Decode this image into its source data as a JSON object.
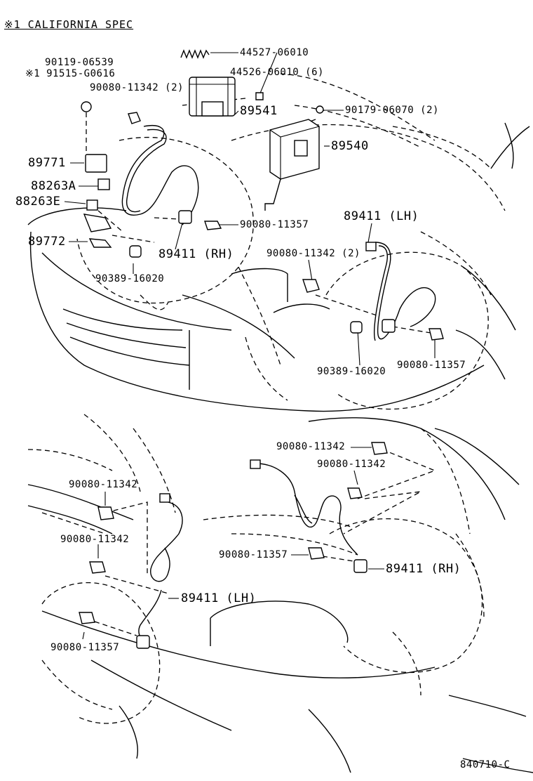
{
  "note": "※1 CALIFORNIA SPEC",
  "diagram_id": "840710-C",
  "labels": {
    "p44527": "44527-06010",
    "p44526": "44526-06010 (6)",
    "p90119": "90119-06539",
    "p91515": "※1 91515-G0616",
    "p90080_11342_2_top": "90080-11342 (2)",
    "p89541": "89541",
    "p90179": "90179-06070 (2)",
    "p89540": "89540",
    "p89771": "89771",
    "p88263A": "88263A",
    "p88263E": "88263E",
    "p89772": "89772",
    "p90080_11357_a": "90080-11357",
    "p89411_rh_a": "89411 (RH)",
    "p90389_a": "90389-16020",
    "p89411_lh_a": "89411 (LH)",
    "p90080_11342_2_mid": "90080-11342 (2)",
    "p90389_b": "90389-16020",
    "p90080_11357_b": "90080-11357",
    "p90080_11342_c": "90080-11342",
    "p90080_11342_d": "90080-11342",
    "p90080_11342_e": "90080-11342",
    "p90080_11342_f": "90080-11342",
    "p90080_11357_c": "90080-11357",
    "p89411_rh_b": "89411 (RH)",
    "p89411_lh_b": "89411 (LH)",
    "p90080_11357_d": "90080-11357"
  },
  "icons": [
    "bolt-icon",
    "clip-icon",
    "relay-icon",
    "sensor-icon",
    "ecu-icon",
    "actuator-icon"
  ]
}
